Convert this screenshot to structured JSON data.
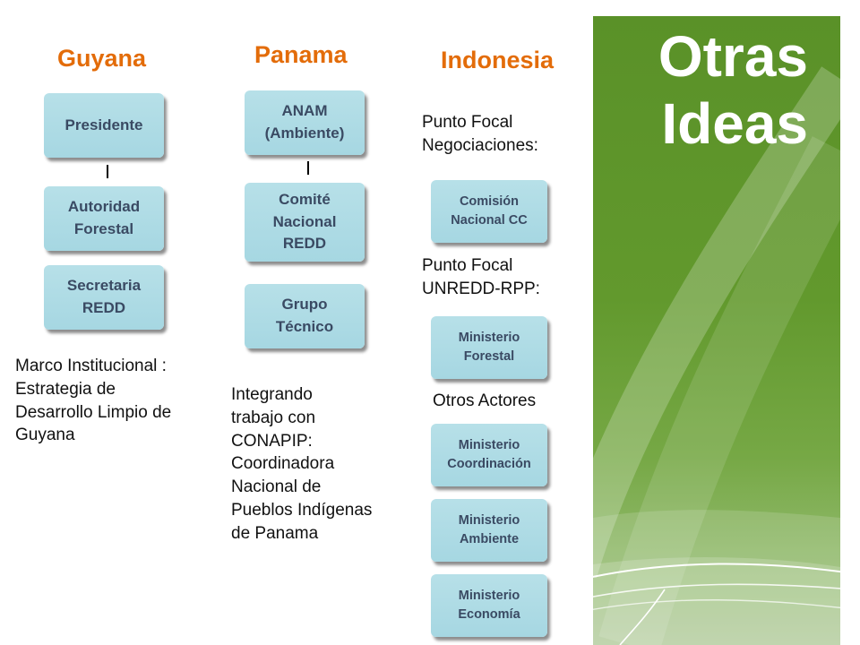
{
  "columns": {
    "guyana": {
      "title": "Guyana",
      "boxes": [
        "Presidente",
        "Autoridad\nForestal",
        "Secretaria\nREDD"
      ],
      "note": "Marco Institucional :\nEstrategia de\nDesarrollo Limpio de\nGuyana"
    },
    "panama": {
      "title": "Panama",
      "boxes": [
        "ANAM\n(Ambiente)",
        "Comité\nNacional\nREDD",
        "Grupo\nTécnico"
      ],
      "note": "Integrando\ntrabajo con\nCONAPIP:\nCoordinadora\nNacional de\nPueblos Indígenas\nde Panama"
    },
    "indonesia": {
      "title": "Indonesia",
      "label_focal_negotiations": "Punto Focal\nNegociaciones:",
      "box_commission": "Comisión\nNacional  CC",
      "label_focal_unredd": "Punto Focal\nUNREDD-RPP:",
      "box_forestry": "Ministerio\nForestal",
      "label_other_actors": "Otros Actores",
      "box_coordination": "Ministerio\nCoordinación",
      "box_environment": "Ministerio\nAmbiente",
      "box_economy": "Ministerio\nEconomía"
    }
  },
  "side_panel": {
    "title": "Otras\nIdeas",
    "colors": {
      "top": "#5a9128",
      "bottom": "#a7c48e"
    }
  },
  "colors": {
    "heading": "#e36c09",
    "box_fill": "#acd9e4",
    "box_text": "#3a4a63"
  }
}
